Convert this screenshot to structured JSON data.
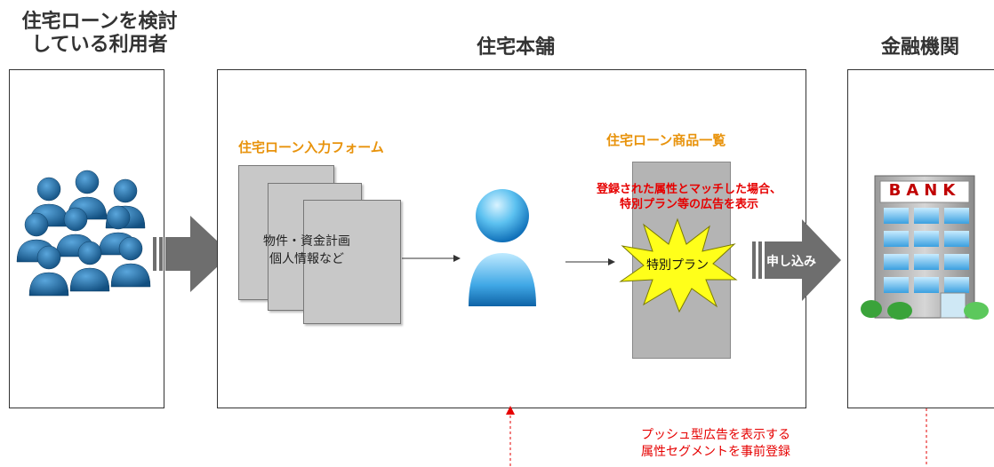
{
  "headings": {
    "users_line1": "住宅ローンを検討",
    "users_line2": "している利用者",
    "store": "住宅本舗",
    "bank": "金融機関"
  },
  "form": {
    "title": "住宅ローン入力フォーム",
    "line1": "物件・資金計画",
    "line2": "個人情報など"
  },
  "products": {
    "title": "住宅ローン商品一覧",
    "note_line1": "登録された属性とマッチした場合、",
    "note_line2": "特別プラン等の広告を表示",
    "special_plan": "特別プラン"
  },
  "apply_arrow": "申し込み",
  "bank_sign": "BANK",
  "push_note": {
    "line1": "プッシュ型広告を表示する",
    "line2": "属性セグメントを事前登録"
  },
  "colors": {
    "heading": "#333333",
    "orange": "#e8930c",
    "red": "#e60000",
    "arrow_gray": "#6e6e6e",
    "doc_gray": "#c8c8c8",
    "user_blue": "#1e6fa8"
  },
  "icons": [
    "people-group-icon",
    "person-icon",
    "bank-building-icon",
    "starburst-icon"
  ]
}
